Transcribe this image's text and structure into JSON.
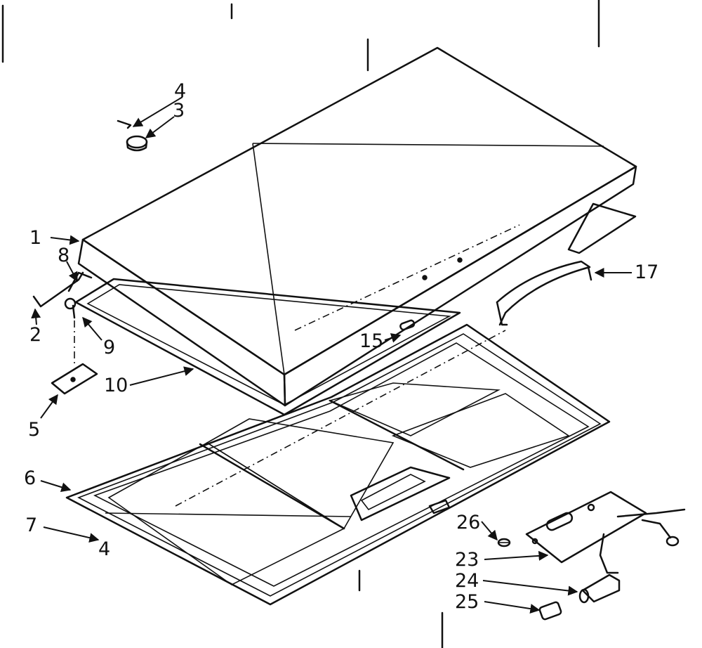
{
  "labels": {
    "l1": "1",
    "l2": "2",
    "l3": "3",
    "l4a": "4",
    "l4b": "4",
    "l5": "5",
    "l6": "6",
    "l7": "7",
    "l8": "8",
    "l9": "9",
    "l10": "10",
    "l15": "15",
    "l17": "17",
    "l23": "23",
    "l24": "24",
    "l25": "25",
    "l26": "26"
  }
}
